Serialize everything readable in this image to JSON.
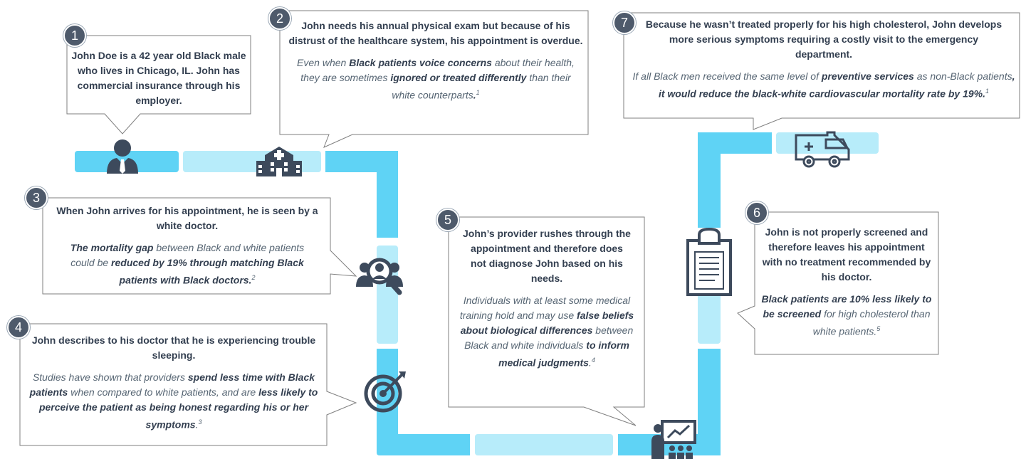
{
  "colors": {
    "path_main": "#5fd3f5",
    "path_light": "#b7ecfa",
    "icon_dark": "#3d4a5c",
    "text_dark": "#333f50",
    "badge_fill": "#4e5a6b"
  },
  "steps": [
    {
      "number": "1",
      "headline": "John Doe is a 42 year old Black male who lives in Chicago, IL. John has commercial insurance through his employer.",
      "detail": [],
      "icon": "businessman-icon"
    },
    {
      "number": "2",
      "headline": "John needs his annual physical exam but because of his distrust of the healthcare system, his appointment is overdue.",
      "detail": [
        {
          "t": "Even when ",
          "b": false
        },
        {
          "t": "Black patients voice concerns",
          "b": true
        },
        {
          "t": " about their health, they are sometimes ",
          "b": false
        },
        {
          "t": "ignored or treated differently",
          "b": true
        },
        {
          "t": " than their white counterparts",
          "b": false
        },
        {
          "t": ".",
          "b": true
        }
      ],
      "ref": "1",
      "icon": "hospital-icon"
    },
    {
      "number": "3",
      "headline": "When John arrives for his appointment, he is seen by a white doctor.",
      "detail": [
        {
          "t": "The mortality gap",
          "b": true
        },
        {
          "t": " between Black and white patients could be ",
          "b": false
        },
        {
          "t": "reduced by 19%  through matching Black patients with Black doctors.",
          "b": true
        }
      ],
      "ref": "2",
      "icon": "doctor-search-icon"
    },
    {
      "number": "4",
      "headline": "John describes to his doctor that he is experiencing trouble sleeping.",
      "detail": [
        {
          "t": "Studies have shown that providers ",
          "b": false
        },
        {
          "t": "spend less time with Black patients",
          "b": true
        },
        {
          "t": " when compared to white patients, and are ",
          "b": false
        },
        {
          "t": "less likely to perceive the patient as being honest regarding his or her symptoms",
          "b": true
        },
        {
          "t": ".",
          "b": false
        }
      ],
      "ref": "3",
      "icon": "target-icon"
    },
    {
      "number": "5",
      "headline": "John’s provider rushes through the appointment and therefore does not diagnose John based on his needs.",
      "detail": [
        {
          "t": "Individuals with at least some medical training hold and may use ",
          "b": false
        },
        {
          "t": "false beliefs about biological differences",
          "b": true
        },
        {
          "t": " between Black and white individuals ",
          "b": false
        },
        {
          "t": "to inform medical judgments",
          "b": true
        },
        {
          "t": ".",
          "b": false
        }
      ],
      "ref": "4",
      "icon": "presenter-icon"
    },
    {
      "number": "6",
      "headline": "John is not properly screened and therefore leaves his appointment with no treatment recommended by his doctor.",
      "detail": [
        {
          "t": "Black patients are 10% less likely to be screened",
          "b": true
        },
        {
          "t": " for high cholesterol than white patients.",
          "b": false
        }
      ],
      "ref": "5",
      "icon": "clipboard-icon"
    },
    {
      "number": "7",
      "headline": "Because he wasn’t treated properly for his high cholesterol, John develops more serious symptoms requiring a costly visit to the emergency department.",
      "detail": [
        {
          "t": "If all Black men received the same level of ",
          "b": false
        },
        {
          "t": "preventive services",
          "b": true
        },
        {
          "t": " as non-Black patients",
          "b": false
        },
        {
          "t": ", it would reduce the black-white cardiovascular mortality rate by 19%.",
          "b": true
        }
      ],
      "ref": "1",
      "icon": "ambulance-icon"
    }
  ]
}
